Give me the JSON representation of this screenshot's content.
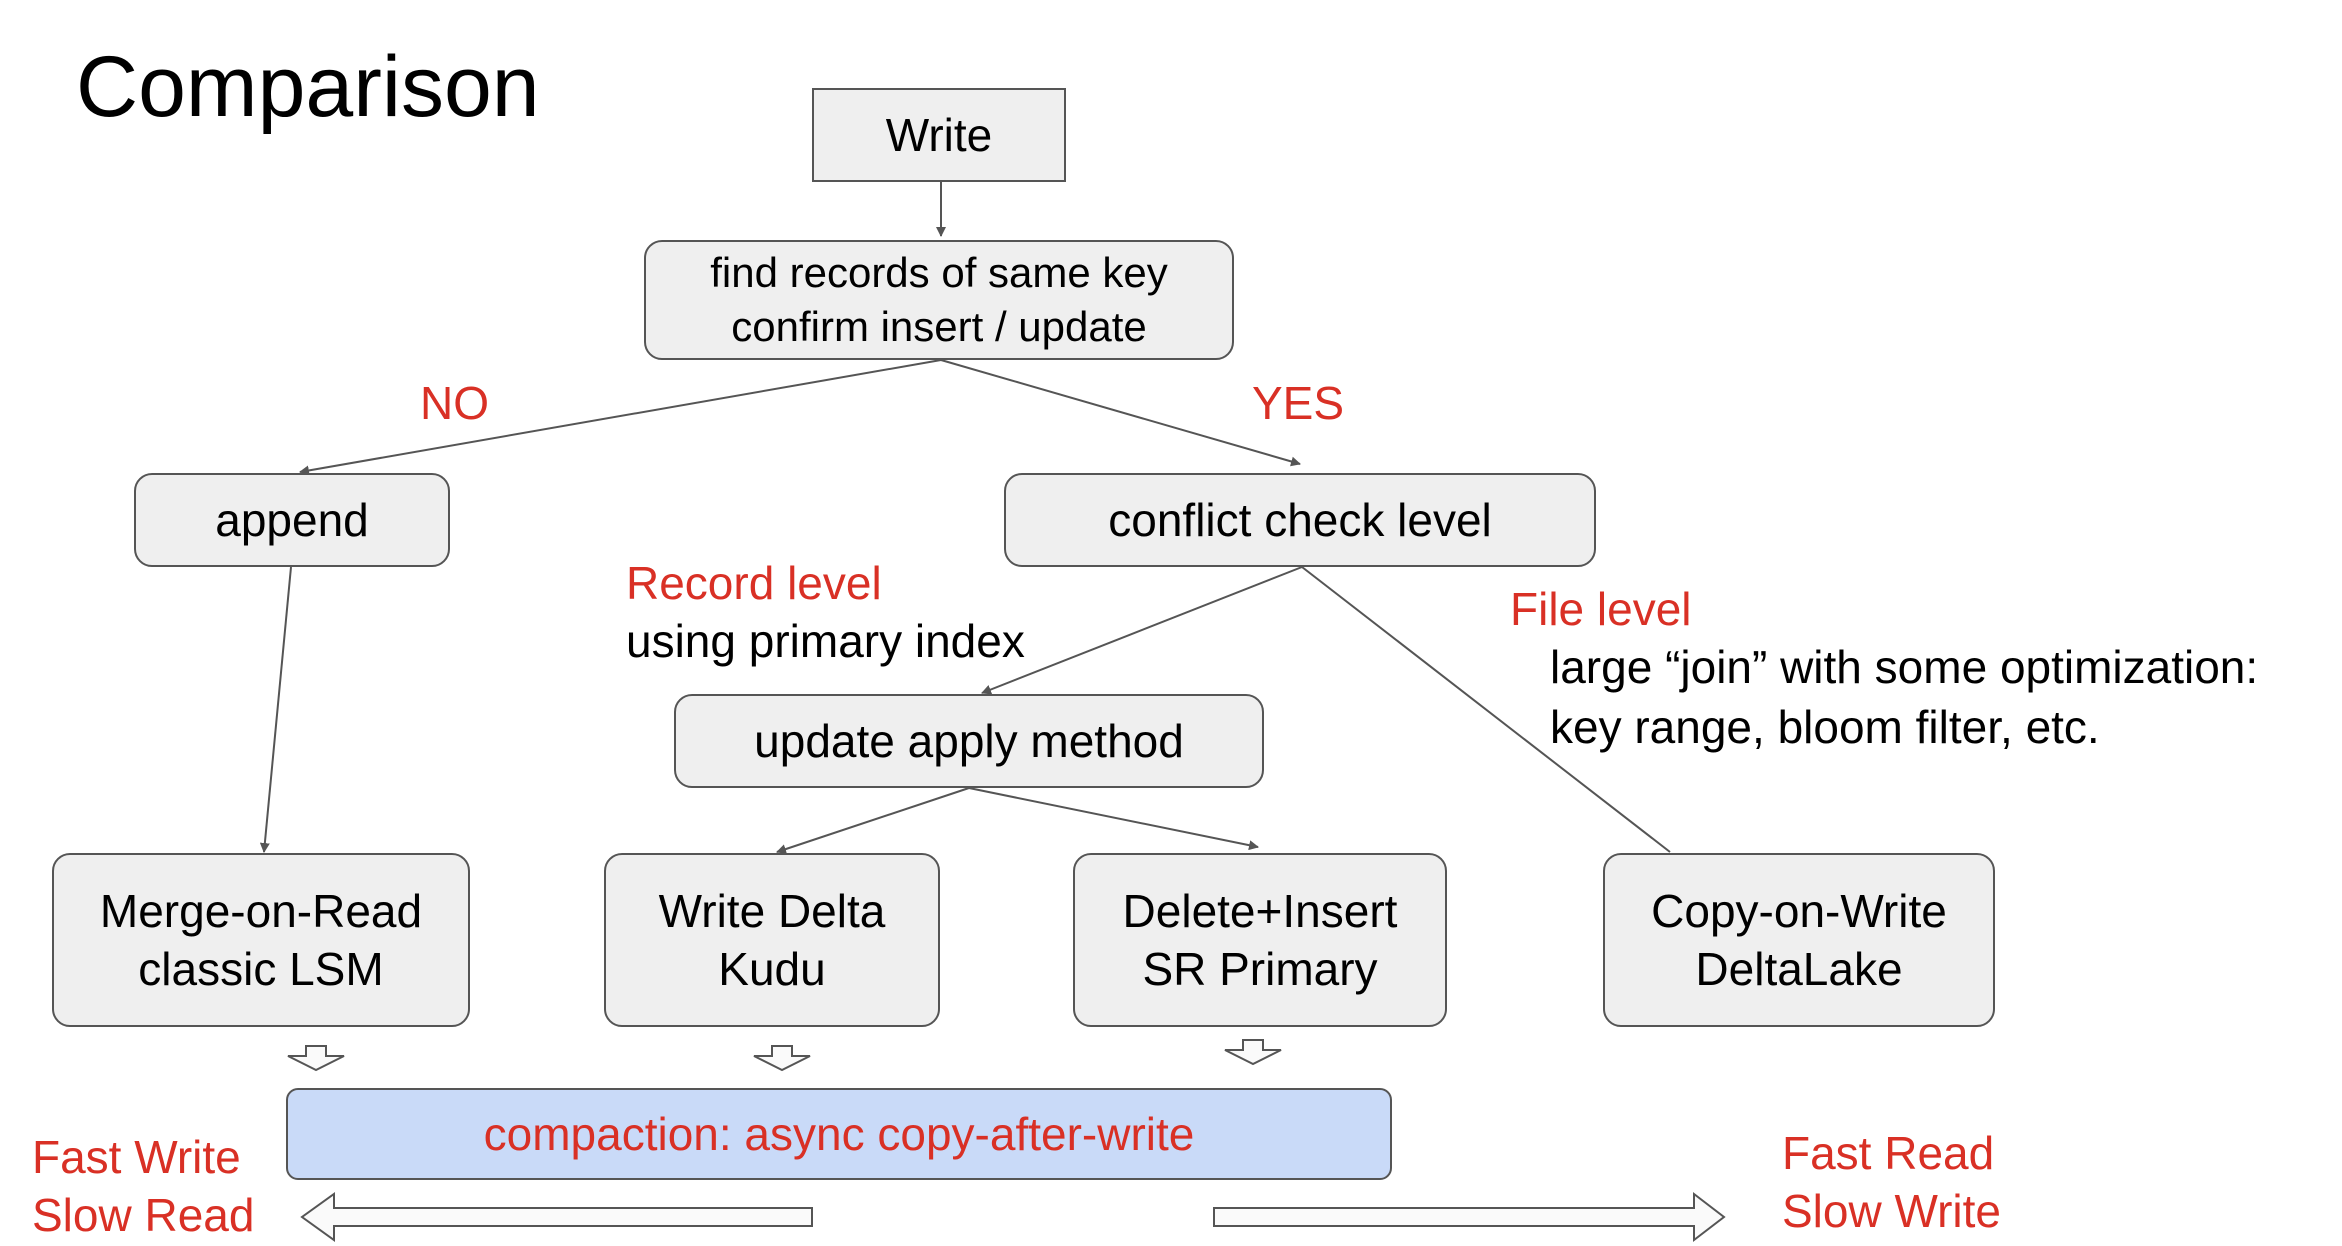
{
  "title": "Comparison",
  "nodes": {
    "write": "Write",
    "find_line1": "find records of same key",
    "find_line2": "confirm insert / update",
    "append": "append",
    "conflict": "conflict check level",
    "update_apply": "update apply method",
    "mor_line1": "Merge-on-Read",
    "mor_line2": "classic LSM",
    "wd_line1": "Write Delta",
    "wd_line2": "Kudu",
    "di_line1": "Delete+Insert",
    "di_line2": "SR Primary",
    "cow_line1": "Copy-on-Write",
    "cow_line2": "DeltaLake",
    "compaction": "compaction: async copy-after-write"
  },
  "labels": {
    "no": "NO",
    "yes": "YES",
    "record_level": "Record level",
    "record_desc": "using primary index",
    "file_level": "File level",
    "file_desc1": "large “join” with some optimization:",
    "file_desc2": "key range, bloom filter, etc.",
    "fast_write": "Fast Write",
    "slow_read": "Slow Read",
    "fast_read": "Fast Read",
    "slow_write": "Slow Write"
  },
  "colors": {
    "accent_red": "#d93025",
    "box_fill": "#efefef",
    "box_border": "#555555",
    "compaction_fill": "#c9daf8",
    "line": "#555555"
  }
}
